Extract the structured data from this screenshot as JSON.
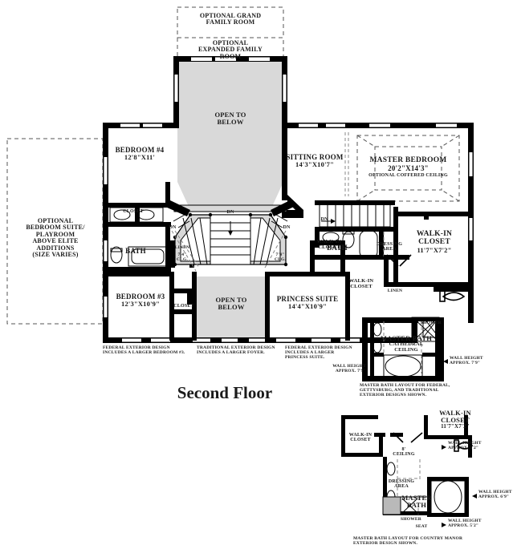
{
  "document": {
    "title": "Second Floor",
    "plan_type": "residential-floor-plan"
  },
  "optional_areas": [
    {
      "name": "optional-grand-family-room",
      "label": "OPTIONAL GRAND\nFAMILY ROOM"
    },
    {
      "name": "optional-expanded-family-room",
      "label": "OPTIONAL\nEXPANDED FAMILY\nROOM"
    },
    {
      "name": "optional-bedroom-suite-playroom",
      "label": "OPTIONAL\nBEDROOM SUITE/\nPLAYROOM\nABOVE ELITE\nADDITIONS\n(SIZE VARIES)"
    }
  ],
  "rooms": {
    "open_to_below_main": {
      "label": "OPEN TO\nBELOW"
    },
    "open_to_below_lower": {
      "label": "OPEN TO\nBELOW"
    },
    "bedroom_4": {
      "label": "BEDROOM #4",
      "dims": "12'8\"X11'"
    },
    "bedroom_3": {
      "label": "BEDROOM #3",
      "dims": "12'3\"X10'9\""
    },
    "sitting_room": {
      "label": "SITTING ROOM",
      "dims": "14'3\"X10'7\""
    },
    "master_bedroom": {
      "label": "MASTER BEDROOM",
      "dims": "20'2\"X14'3\"",
      "note": "OPTIONAL COFFERED CEILING"
    },
    "princess_suite": {
      "label": "PRINCESS SUITE",
      "dims": "14'4\"X10'9\""
    },
    "walk_in_closet_master": {
      "label": "WALK-IN\nCLOSET",
      "dims": "11'7\"X7'2\""
    },
    "walk_in_closet_bath": {
      "label": "WALK-IN\nCLOSET"
    },
    "walk_in_closet_princess": {
      "label": "WALK-IN\nCLOSET"
    },
    "bath_left": {
      "label": "BATH"
    },
    "bath_master_hall": {
      "label": "BATH"
    },
    "closet_bedroom4": {
      "label": "CLOSET"
    },
    "closet_bedroom3": {
      "label": "CLOSET"
    },
    "linen_left": {
      "label": "LINEN"
    },
    "linen_right": {
      "label": "LINEN"
    },
    "dressing_area": {
      "label": "DRESSING\nAREA"
    }
  },
  "annotations": {
    "dn_left": "DN",
    "dn_center": "DN",
    "dn_right": "DN",
    "dn_arrow": "DN",
    "clg_left": "7'4\"\nCLG.",
    "clg_right": "7'4\"\nCLG."
  },
  "footnotes": [
    "FEDERAL EXTERIOR DESIGN\nINCLUDES A LARGER BEDROOM #3.",
    "TRADITIONAL EXTERIOR DESIGN\nINCLUDES A LARGER FOYER.",
    "FEDERAL EXTERIOR DESIGN\nINCLUDES A LARGER\nPRINCESS SUITE."
  ],
  "inset_upper": {
    "master_bath": {
      "label": "MASTER BATH",
      "note": "CATHEDRAL\nCEILING"
    },
    "shower": {
      "label": "SHOWER"
    },
    "wall_height_left": "WALL HEIGHT\nAPPROX. 7'9\"",
    "wall_height_right": "WALL HEIGHT\nAPPROX. 7'9\"",
    "caption": "MASTER BATH LAYOUT FOR FEDERAL,\nGETTYSBURG, AND TRADITIONAL\nEXTERIOR DESIGNS SHOWN."
  },
  "inset_lower": {
    "walk_in_closet_right": {
      "label": "WALK-IN\nCLOSET",
      "dims": "11'7\"X7'2\""
    },
    "walk_in_closet_left": {
      "label": "WALK-IN\nCLOSET"
    },
    "ceiling_note": "8'\nCEILING",
    "dressing_area": {
      "label": "DRESSING\nAREA"
    },
    "master_bath": {
      "label": "MASTER\nBATH"
    },
    "shower": {
      "label": "SHOWER"
    },
    "seat": {
      "label": "SEAT"
    },
    "wall_height_top": "WALL HEIGHT\nAPPROX. 5'2\"",
    "wall_height_mid": "WALL HEIGHT\nAPPROX. 6'9\"",
    "wall_height_bottom": "WALL HEIGHT\nAPPROX. 5'2\"",
    "caption": "MASTER BATH LAYOUT FOR COUNTRY MANOR\nEXTERIOR DESIGN SHOWN."
  },
  "colors": {
    "wall": "#000000",
    "fill_open": "#d9d9d9",
    "paper": "#ffffff",
    "text": "#1a1a1a"
  }
}
